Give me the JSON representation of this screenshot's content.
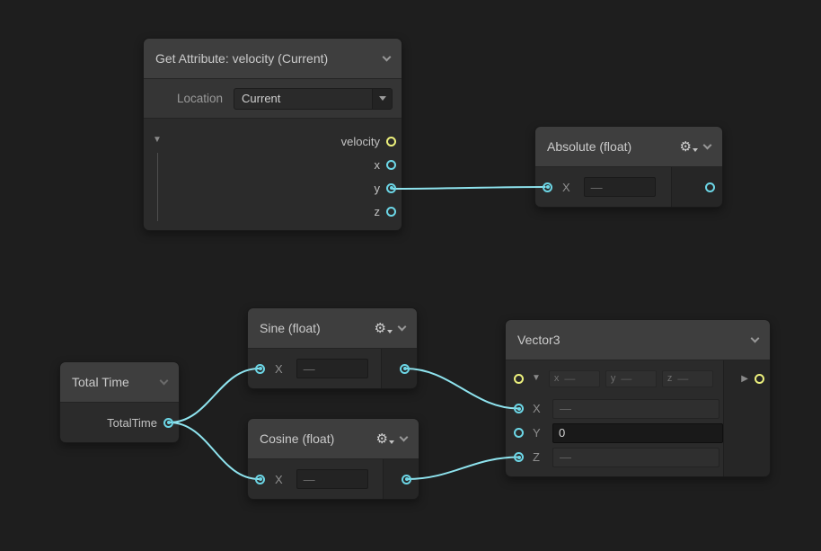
{
  "canvas": {
    "background": "#1e1e1e"
  },
  "colors": {
    "float_port": "#6cd6e6",
    "vector_port": "#ecf07c",
    "edge": "#8ee3ee",
    "node_header": "#3e3e3e",
    "node_body": "#2b2b2b"
  },
  "nodes": {
    "get_attribute": {
      "title": "Get Attribute: velocity (Current)",
      "settings": {
        "label": "Location",
        "value": "Current"
      },
      "outputs": [
        {
          "label": "velocity",
          "type": "vector3",
          "connected": false
        },
        {
          "label": "x",
          "type": "float",
          "connected": false
        },
        {
          "label": "y",
          "type": "float",
          "connected": true
        },
        {
          "label": "z",
          "type": "float",
          "connected": false
        }
      ]
    },
    "absolute": {
      "title": "Absolute (float)",
      "inputs": [
        {
          "label": "X",
          "value": "—",
          "connected": true
        }
      ],
      "output": {
        "type": "float",
        "connected": false
      }
    },
    "sine": {
      "title": "Sine (float)",
      "inputs": [
        {
          "label": "X",
          "value": "—",
          "connected": true
        }
      ],
      "output": {
        "type": "float",
        "connected": true
      }
    },
    "cosine": {
      "title": "Cosine (float)",
      "inputs": [
        {
          "label": "X",
          "value": "—",
          "connected": true
        }
      ],
      "output": {
        "type": "float",
        "connected": true
      }
    },
    "total_time": {
      "title": "Total Time",
      "output": {
        "label": "TotalTime",
        "connected": true
      }
    },
    "vector3": {
      "title": "Vector3",
      "inline_fields": [
        {
          "label": "x",
          "value": "—"
        },
        {
          "label": "y",
          "value": "—"
        },
        {
          "label": "z",
          "value": "—"
        }
      ],
      "inputs": [
        {
          "label": "X",
          "value": "—",
          "connected": true
        },
        {
          "label": "Y",
          "value": "0",
          "connected": false
        },
        {
          "label": "Z",
          "value": "—",
          "connected": true
        }
      ],
      "output": {
        "type": "vector3",
        "connected": false
      }
    }
  },
  "edges": [
    {
      "from": "get_attribute.y",
      "to": "absolute.X"
    },
    {
      "from": "total_time.TotalTime",
      "to": "sine.X"
    },
    {
      "from": "total_time.TotalTime",
      "to": "cosine.X"
    },
    {
      "from": "sine.output",
      "to": "vector3.X"
    },
    {
      "from": "cosine.output",
      "to": "vector3.Z"
    }
  ]
}
